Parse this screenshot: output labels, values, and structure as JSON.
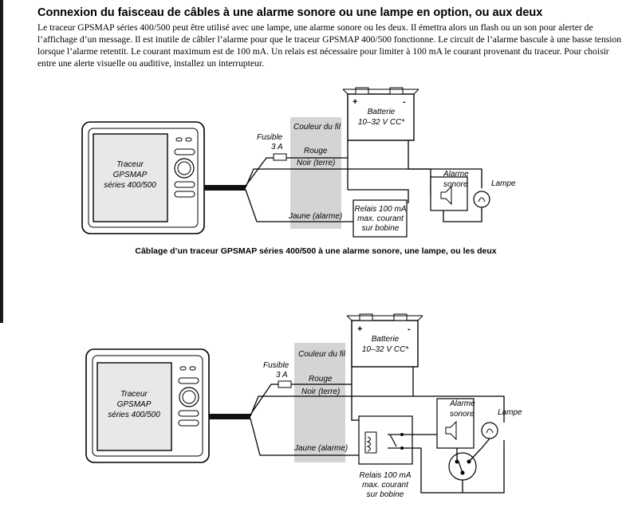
{
  "title": "Connexion du faisceau de câbles à une alarme sonore ou une lampe en option, ou aux deux",
  "intro": "Le traceur GPSMAP séries 400/500 peut être utilisé avec une lampe, une alarme sonore ou les deux. Il émettra alors un flash ou un son pour alerter de l’affichage d’un message. Il est inutile de câbler l’alarme pour que le traceur GPSMAP 400/500 fonctionne. Le circuit de l’alarme bascule à une basse tension lorsque l’alarme retentit. Le courant maximum est de 100 mA. Un relais est nécessaire pour limiter à 100 mA le courant provenant du traceur. Pour choisir entre une alerte visuelle ou auditive, installez un interrupteur.",
  "diagram1": {
    "device": [
      "Traceur",
      "GPSMAP",
      "séries 400/500"
    ],
    "fuse": [
      "Fusible",
      "3 A"
    ],
    "wire_color_header": "Couleur du fil",
    "wire_red": "Rouge",
    "wire_black": "Noir (terre)",
    "wire_yellow": "Jaune (alarme)",
    "battery": [
      "Batterie",
      "10–32 V CC*"
    ],
    "relay": [
      "Relais 100 mA",
      "max. courant",
      "sur bobine"
    ],
    "alarm": [
      "Alarme",
      "sonore"
    ],
    "lamp": "Lampe",
    "caption": "Câblage d’un traceur GPSMAP séries 400/500 à une alarme sonore, une lampe, ou les deux"
  },
  "diagram2": {
    "device": [
      "Traceur",
      "GPSMAP",
      "séries 400/500"
    ],
    "fuse": [
      "Fusible",
      "3 A"
    ],
    "wire_color_header": "Couleur du fil",
    "wire_red": "Rouge",
    "wire_black": "Noir (terre)",
    "wire_yellow": "Jaune (alarme)",
    "battery": [
      "Batterie",
      "10–32 V CC*"
    ],
    "relay": [
      "Relais 100 mA",
      "max. courant",
      "sur bobine"
    ],
    "alarm": [
      "Alarme",
      "sonore"
    ],
    "lamp": "Lampe"
  }
}
